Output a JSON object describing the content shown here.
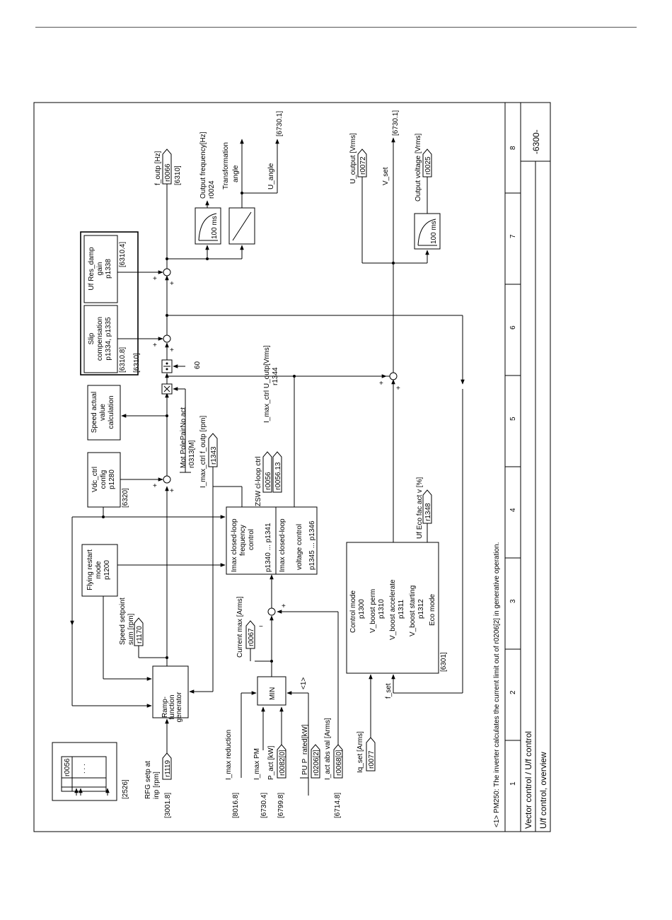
{
  "footer": {
    "title1": "Vector control / U/f control",
    "title2": "U/f control, overview",
    "sheet": "-6300-"
  },
  "columns": [
    "1",
    "2",
    "3",
    "4",
    "5",
    "6",
    "7",
    "8"
  ],
  "note": "<1>  PM250: The inverter calculates the current limit out of  r0206[2] in generative operation.",
  "legend": {
    "param": "r0056",
    "dots": ". . .",
    "ref": "[2526]"
  },
  "inputs": {
    "rfg": {
      "label1": "RFG setp at",
      "label2": "inp [rpm]",
      "param": "r1119",
      "ref": "[3001.8]"
    },
    "imax_red": {
      "label": "I_max reduction",
      "ref": "[8016.8]"
    },
    "imax_pm": {
      "label": "I_max PM",
      "ref": "[6730.4]"
    },
    "p_act": {
      "label": "P_act [kW]",
      "param": "r0082[0]",
      "ref": "[6799.8]"
    },
    "pu": {
      "label": "PU P_rated[kW]",
      "param": "r0206[2]",
      "note": "<1>"
    },
    "iact": {
      "label": "I_act abs val [Arms]",
      "param": "r0068[0]",
      "ref": "[6714.8]"
    },
    "iq": {
      "label": "Iq_set [Arms]",
      "param": "r0077"
    }
  },
  "blocks": {
    "rfg": [
      "Ramp-",
      "function",
      "generator"
    ],
    "min": "MIN",
    "flying": [
      "Flying restart",
      "mode",
      "p1200"
    ],
    "vdc": [
      "Vdc_ctrl",
      "config",
      "p1280"
    ],
    "vdc_ref": "[6320]",
    "speed_act": [
      "Speed actual",
      "value",
      "calculation"
    ],
    "slip": [
      "Slip",
      "compensation",
      "p1334, p1335"
    ],
    "slip_ref": "[6310.8]",
    "slip_ref2": "[6310]",
    "ufres": [
      "Uf Res_damp",
      "gain",
      "p1338"
    ],
    "ufres_ref": "[6310.4]",
    "imax_freq": [
      "Imax closed-loop",
      "frequency",
      "control",
      "p1340 ... p1341"
    ],
    "imax_volt": [
      "Imax closed-loop",
      "voltage control",
      "p1345 ... p1346"
    ],
    "control": [
      "Control mode",
      "p1300",
      "V_boost perm",
      "p1310",
      "V_boost accelerate",
      "p1311",
      "V_boost starting",
      "p1312",
      "Eco mode"
    ],
    "control_ref": "[6301]",
    "filter": "100 ms",
    "sixty": "60"
  },
  "signals": {
    "speed_sp": {
      "label1": "Speed setpoint",
      "label2": "sum [rpm]",
      "param": "r1170"
    },
    "current_max": {
      "label": "Current max [Arms]",
      "param": "r0067"
    },
    "mot_pole": {
      "label": "Mot PolePairNo act",
      "param": "r0313[M]"
    },
    "imax_fout": {
      "label": "I_max_ctrl f_outp [rpm]",
      "param": "r1343"
    },
    "zsw": {
      "label": "ZSW cl-loop ctrl",
      "param1": "r0056",
      "param2": "r0056.13"
    },
    "imax_uout": {
      "label": "I_max_ctrl U_outp[Vrms]",
      "param": "r1344"
    },
    "eco": {
      "label": "Uf Eco fac act v [%]",
      "param": "r1348"
    },
    "f_set": "f_set",
    "f_outp": {
      "label": "f_outp [Hz]",
      "param": "r0066",
      "ref": "[6310]"
    },
    "out_freq": {
      "label": "Output frequency[Hz]",
      "param": "r0024"
    },
    "transf": [
      "Transformation",
      "angle"
    ],
    "u_angle": {
      "label": "U_angle",
      "ref": "[6730.1]"
    },
    "u_output": {
      "label": "U_output [Vrms]",
      "param": "r0072"
    },
    "v_set": {
      "label": "V_set",
      "ref": "[6730.1]"
    },
    "out_volt": {
      "label": "Output voltage [Vrms]",
      "param": "r0025"
    }
  },
  "signs": {
    "plus": "+",
    "minus": "−"
  }
}
